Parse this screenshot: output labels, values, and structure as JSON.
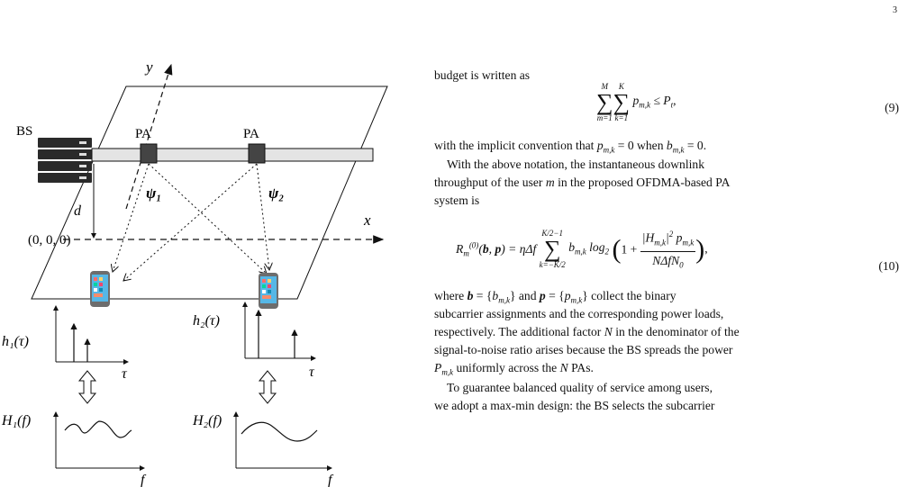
{
  "page_number": "3",
  "figure": {
    "bs_label": "BS",
    "pa_label_1": "PA",
    "pa_label_2": "PA",
    "psi_1": "ψ₁",
    "psi_2": "ψ₂",
    "y_axis": "y",
    "x_axis": "x",
    "d_label": "d",
    "origin_label": "(0, 0, 0)",
    "h1_tau": "h₁(τ)",
    "h2_tau": "h₂(τ)",
    "tau_1": "τ",
    "tau_2": "τ",
    "H1_f": "H₁(f)",
    "H2_f": "H₂(f)",
    "f_1": "f",
    "f_2": "f"
  },
  "text": {
    "budget_line": "budget is written as",
    "eq9_number": "(9)",
    "implicit_convention": "with the implicit convention that p_{m,k} = 0 when b_{m,k} = 0.",
    "with_notation_1": "With the above notation, the instantaneous downlink",
    "with_notation_2": "throughput of the user m in the proposed OFDMA-based PA",
    "with_notation_3": "system is",
    "eq10_number": "(10)",
    "where_1": "where b = {b_{m,k}} and p = {p_{m,k}} collect the binary",
    "where_2": "subcarrier assignments and the corresponding power loads,",
    "where_3": "respectively. The additional factor N in the denominator of the",
    "where_4": "signal-to-noise ratio arises because the BS spreads the power",
    "where_5": "P_{m,k} uniformly across the N PAs.",
    "guarantee_1": "To guarantee balanced quality of service among users,",
    "guarantee_2": "we adopt a max-min design: the BS selects the subcarrier"
  }
}
